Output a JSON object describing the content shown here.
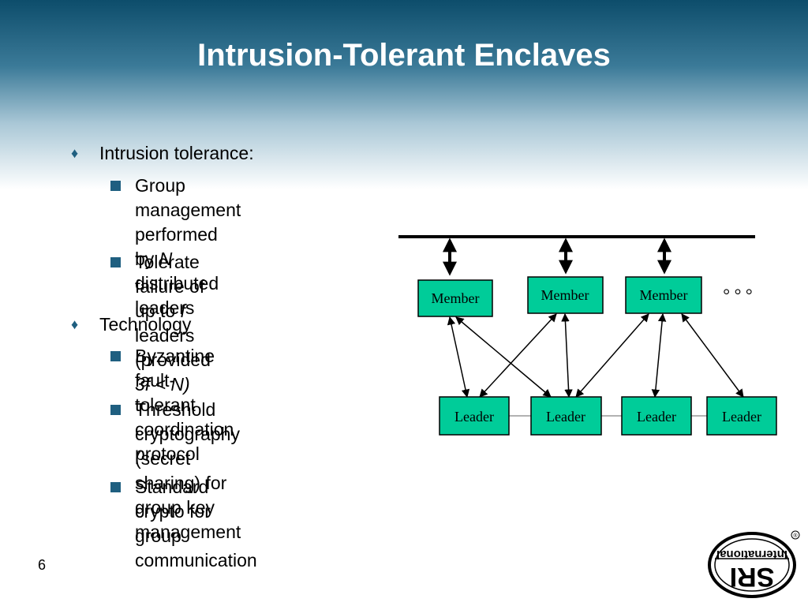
{
  "slide": {
    "title": "Intrusion-Tolerant Enclaves",
    "page_number": "6"
  },
  "bullets": {
    "level1_marker": "♦",
    "intrusion_tolerance": {
      "label": "Intrusion tolerance:",
      "items": [
        {
          "line1": "Group management",
          "line2a": "performed by ",
          "line2b": "N",
          "line2c": " distributed",
          "line3": "leaders"
        },
        {
          "line1a": "Tolerate failure of up to ",
          "line1b": "f",
          "line2a": "leaders (provided ",
          "line2b": "3f < N)"
        }
      ]
    },
    "technology": {
      "label": "Technology",
      "items": [
        {
          "line1": "Byzantine fault-tolerant",
          "line2": "coordination protocol"
        },
        {
          "line1": "Threshold cryptography",
          "line2": "(secret sharing) for group key",
          "line3": "management"
        },
        {
          "line1": "Standard crypto for group",
          "line2": "communication"
        }
      ]
    }
  },
  "diagram": {
    "box_color": "#00cc99",
    "members": [
      "Member",
      "Member",
      "Member"
    ],
    "ellipsis": "° ° °",
    "leaders": [
      "Leader",
      "Leader",
      "Leader",
      "Leader"
    ]
  },
  "logo": {
    "text": "SRI International",
    "registered": "®"
  }
}
